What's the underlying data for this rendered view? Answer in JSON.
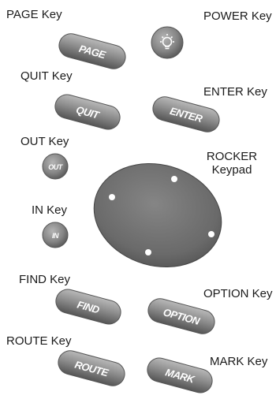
{
  "captions": {
    "page": "PAGE Key",
    "power": "POWER Key",
    "quit": "QUIT Key",
    "enter": "ENTER Key",
    "out": "OUT Key",
    "rocker_line1": "ROCKER",
    "rocker_line2": "Keypad",
    "in": "IN Key",
    "find": "FIND Key",
    "option": "OPTION Key",
    "route": "ROUTE Key",
    "mark": "MARK Key"
  },
  "keys": {
    "page": "PAGE",
    "quit": "QUIT",
    "enter": "ENTER",
    "out": "OUT",
    "in": "IN",
    "find": "FIND",
    "option": "OPTION",
    "route": "ROUTE",
    "mark": "MARK"
  },
  "icons": {
    "power": "lightbulb-icon"
  },
  "colors": {
    "key_fill": "#8c8c8c",
    "key_highlight": "#b4b4b4",
    "key_shadow": "#5a5a5a",
    "rocker_fill": "#6e6e6e",
    "rocker_dot": "#ffffff"
  }
}
